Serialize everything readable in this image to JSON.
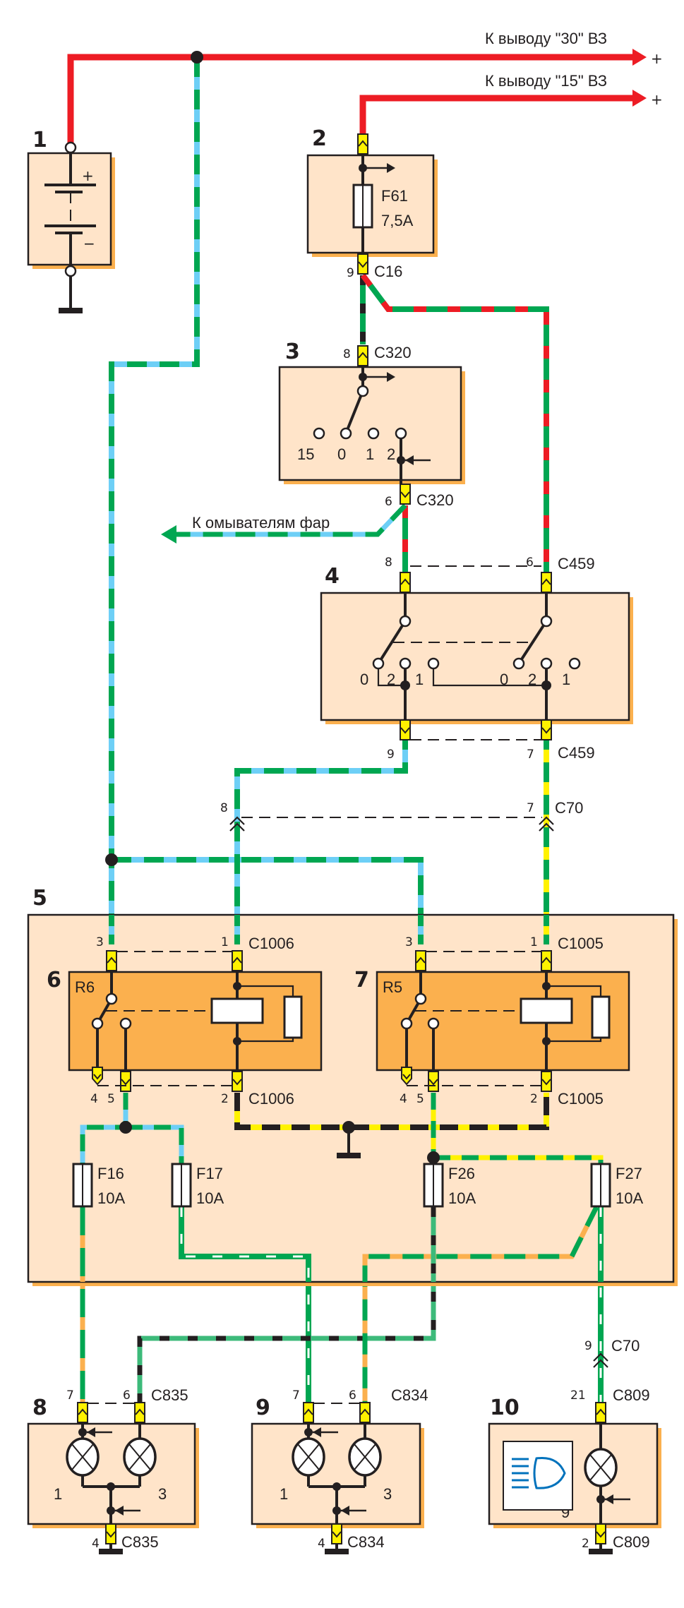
{
  "title": "Headlamp circuit wiring diagram",
  "colors": {
    "red": "#ed1c24",
    "green": "#00a651",
    "light_green": "#3dba7a",
    "blue": "#6dcff6",
    "yellow": "#fff200",
    "black": "#231f20",
    "orange": "#fbb04e",
    "white": "#ffffff",
    "box_fill": "#ffe4c9",
    "icon_blue": "#0072bc"
  },
  "external": {
    "to_30": "К выводу \"30\" ВЗ",
    "to_15": "К выводу \"15\" ВЗ",
    "plus": "+",
    "to_washers": "К омывателям фар"
  },
  "components": {
    "c1": {
      "number": "1",
      "plus": "+",
      "minus": "−"
    },
    "c2": {
      "number": "2",
      "fuse": "F61",
      "rating": "7,5A",
      "pin_bottom": "9",
      "conn_bottom": "C16"
    },
    "c3": {
      "number": "3",
      "pin_top": "8",
      "conn_top": "C320",
      "pin_bottom": "6",
      "conn_bottom": "C320",
      "positions": [
        "15",
        "0",
        "1",
        "2"
      ]
    },
    "c4": {
      "number": "4",
      "pin_top_left": "8",
      "pin_top_right": "6",
      "conn_top": "C459",
      "pin_bottom_left": "9",
      "pin_bottom_right": "7",
      "conn_bottom": "C459",
      "positions_left": [
        "0",
        "2",
        "1"
      ],
      "positions_right": [
        "0",
        "2",
        "1"
      ]
    },
    "c70_top": {
      "pin_left": "8",
      "pin_right": "7",
      "conn": "C70"
    },
    "c5": {
      "number": "5"
    },
    "c6": {
      "number": "6",
      "relay": "R6",
      "pin_top_left": "3",
      "pin_top_right": "1",
      "conn_top": "C1006",
      "pin_b4": "4",
      "pin_b5": "5",
      "pin_b2": "2",
      "conn_bottom": "C1006"
    },
    "c7": {
      "number": "7",
      "relay": "R5",
      "pin_top_left": "3",
      "pin_top_right": "1",
      "conn_top": "C1005",
      "pin_b4": "4",
      "pin_b5": "5",
      "pin_b2": "2",
      "conn_bottom": "C1005"
    },
    "fuses": [
      {
        "name": "F16",
        "rating": "10A"
      },
      {
        "name": "F17",
        "rating": "10A"
      },
      {
        "name": "F26",
        "rating": "10A"
      },
      {
        "name": "F27",
        "rating": "10A"
      }
    ],
    "c70_bottom": {
      "pin": "9",
      "conn": "C70"
    },
    "c8": {
      "number": "8",
      "pin_top_left": "7",
      "pin_top_right": "6",
      "conn_top": "C835",
      "lamp_left": "1",
      "lamp_right": "3",
      "pin_bottom": "4",
      "conn_bottom": "C835"
    },
    "c9": {
      "number": "9",
      "pin_top_left": "7",
      "pin_top_right": "6",
      "conn_top": "C834",
      "lamp_left": "1",
      "lamp_right": "3",
      "pin_bottom": "4",
      "conn_bottom": "C834"
    },
    "c10": {
      "number": "10",
      "pin_top": "21",
      "conn_top": "C809",
      "lamp": "9",
      "pin_bottom": "2",
      "conn_bottom": "C809",
      "icon": "high-beam-icon"
    }
  }
}
